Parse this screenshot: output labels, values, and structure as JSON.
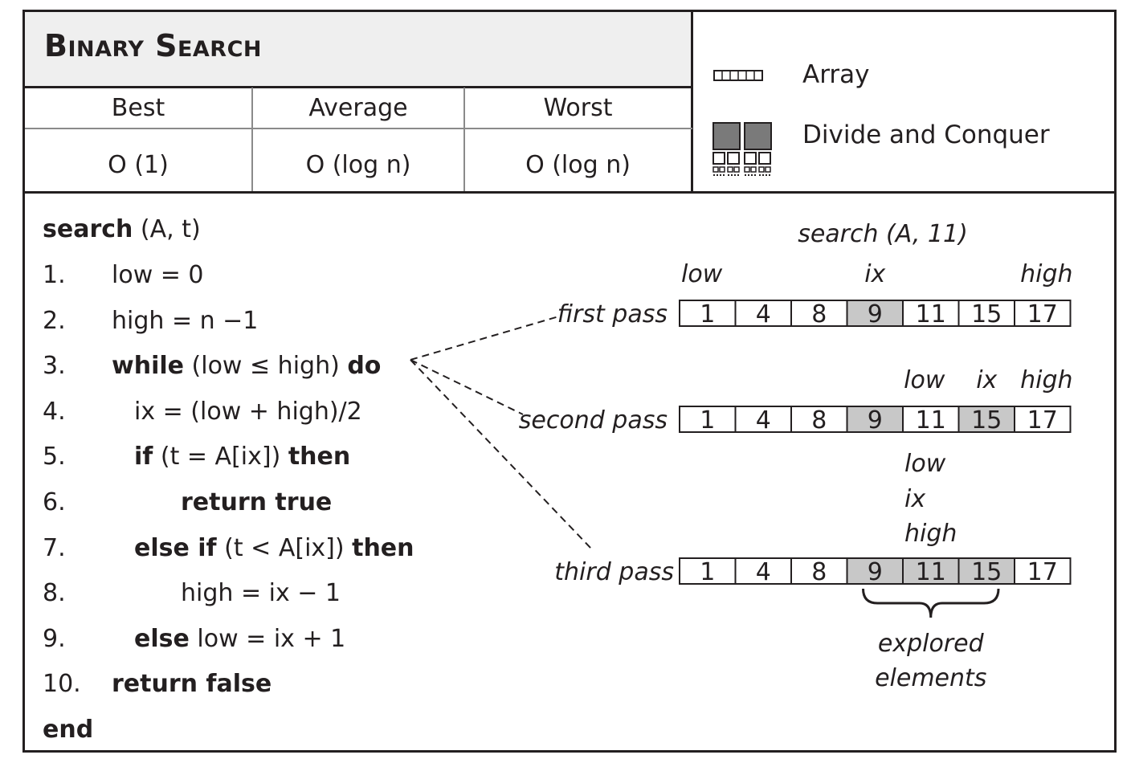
{
  "title": "Binary Search",
  "complexity": {
    "headers": [
      "Best",
      "Average",
      "Worst"
    ],
    "values": [
      "O (1)",
      "O (log n)",
      "O (log n)"
    ]
  },
  "legend": [
    {
      "icon": "array-icon",
      "label": "Array"
    },
    {
      "icon": "divide-and-conquer-icon",
      "label": "Divide and Conquer"
    }
  ],
  "pseudocode": {
    "header_kw": "search",
    "header_rest": " (A, t)",
    "lines": [
      {
        "num": "1.",
        "parts": [
          {
            "t": "low = 0",
            "b": false
          }
        ]
      },
      {
        "num": "2.",
        "parts": [
          {
            "t": "high = n −1",
            "b": false
          }
        ]
      },
      {
        "num": "3.",
        "parts": [
          {
            "t": "while",
            "b": true
          },
          {
            "t": " (low ≤ high) ",
            "b": false
          },
          {
            "t": "do",
            "b": true
          }
        ]
      },
      {
        "num": "4.",
        "parts": [
          {
            "t": "ix = (low + high)/2",
            "b": false
          }
        ]
      },
      {
        "num": "5.",
        "parts": [
          {
            "t": "if",
            "b": true
          },
          {
            "t": " (t = A[ix]) ",
            "b": false
          },
          {
            "t": "then",
            "b": true
          }
        ]
      },
      {
        "num": "6.",
        "parts": [
          {
            "t": "return true",
            "b": true
          }
        ]
      },
      {
        "num": "7.",
        "parts": [
          {
            "t": "else if",
            "b": true
          },
          {
            "t": " (t < A[ix]) ",
            "b": false
          },
          {
            "t": "then",
            "b": true
          }
        ]
      },
      {
        "num": "8.",
        "parts": [
          {
            "t": "high = ix − 1",
            "b": false
          }
        ]
      },
      {
        "num": "9.",
        "parts": [
          {
            "t": "else",
            "b": true
          },
          {
            "t": " low = ix + 1",
            "b": false
          }
        ]
      },
      {
        "num": "10.",
        "parts": [
          {
            "t": "return false",
            "b": true
          }
        ]
      }
    ],
    "footer": "end"
  },
  "example": {
    "call": "search (A, 11)",
    "array": [
      1,
      4,
      8,
      9,
      11,
      15,
      17
    ],
    "passes": [
      {
        "label": "first pass",
        "highlight": [
          3
        ],
        "markers": [
          {
            "text": "low",
            "at": 0
          },
          {
            "text": "ix",
            "at": 3
          },
          {
            "text": "high",
            "at": 6
          }
        ]
      },
      {
        "label": "second pass",
        "highlight": [
          3,
          5
        ],
        "markers": [
          {
            "text": "low",
            "at": 4
          },
          {
            "text": "ix",
            "at": 5
          },
          {
            "text": "high",
            "at": 6
          }
        ]
      },
      {
        "label": "third pass",
        "highlight": [
          3,
          4,
          5
        ],
        "markers": [
          {
            "text": "low",
            "at": 4
          },
          {
            "text": "ix",
            "at": 4
          },
          {
            "text": "high",
            "at": 4
          }
        ]
      }
    ],
    "brace_label": [
      "explored",
      "elements"
    ]
  },
  "colors": {
    "ink": "#231f20",
    "title_bg": "#efefef",
    "highlight": "#c8c8c8",
    "icon_fill": "#7a7a7a"
  }
}
